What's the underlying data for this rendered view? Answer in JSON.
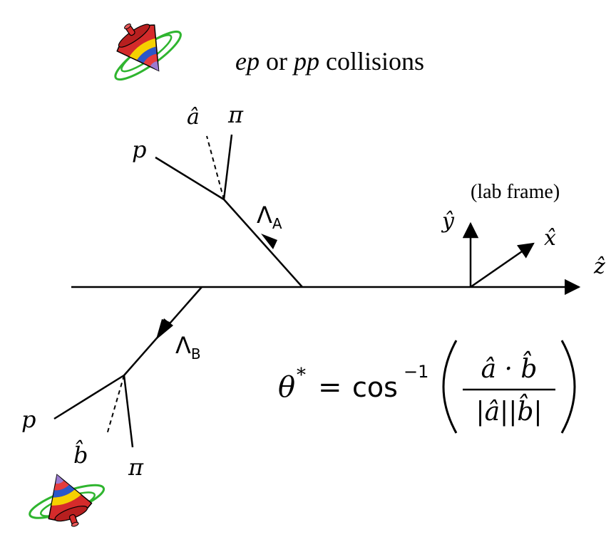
{
  "title": {
    "part1": "ep",
    "part2": " or ",
    "part3": "pp",
    "part4": " collisions"
  },
  "labels": {
    "a_hat": "â",
    "pi_top": "π",
    "p_top": "p",
    "lambda_a": "Λ",
    "lambda_a_sub": "A",
    "lambda_b": "Λ",
    "lambda_b_sub": "B",
    "p_bottom": "p",
    "b_hat": "b̂",
    "pi_bottom": "π",
    "lab_frame": "(lab frame)",
    "axis_x": "x̂",
    "axis_y": "ŷ",
    "axis_z": "ẑ"
  },
  "formula": {
    "lhs": "θ",
    "star": "*",
    "equals": "=",
    "func": "cos",
    "exponent": "−1",
    "numerator": "â · b̂",
    "den_a": "|â|",
    "den_b": "|b̂|"
  },
  "icons": {
    "top": "spinning-top-icon",
    "bottom": "spinning-top-inverted-icon"
  },
  "colors": {
    "ink": "#000000",
    "top_red": "#d52b2b",
    "top_yellow": "#f5d100",
    "top_blue": "#2a57c8",
    "top_purple": "#9b7bd1",
    "swirl_green": "#2fb52f"
  }
}
